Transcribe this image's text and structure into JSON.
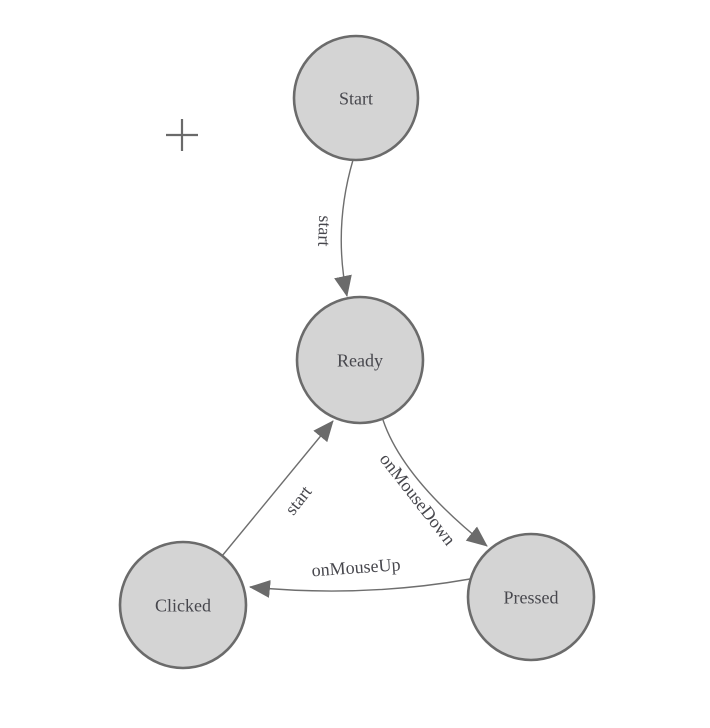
{
  "diagram_type": "state-machine",
  "colors": {
    "background": "#ffffff",
    "node_fill": "#d4d4d4",
    "node_stroke": "#6b6b6b",
    "edge_stroke": "#6e6e6e",
    "arrow_fill": "#6b6b6b",
    "label_text": "#47474d"
  },
  "icons": {
    "crosshair": "plus-crosshair"
  },
  "nodes": [
    {
      "label": "Start"
    },
    {
      "label": "Ready"
    },
    {
      "label": "Clicked"
    },
    {
      "label": "Pressed"
    }
  ],
  "edges": [
    {
      "label": "start",
      "from": "Start",
      "to": "Ready"
    },
    {
      "label": "onMouseDown",
      "from": "Ready",
      "to": "Pressed"
    },
    {
      "label": "onMouseUp",
      "from": "Pressed",
      "to": "Clicked"
    },
    {
      "label": "start",
      "from": "Clicked",
      "to": "Ready"
    }
  ]
}
